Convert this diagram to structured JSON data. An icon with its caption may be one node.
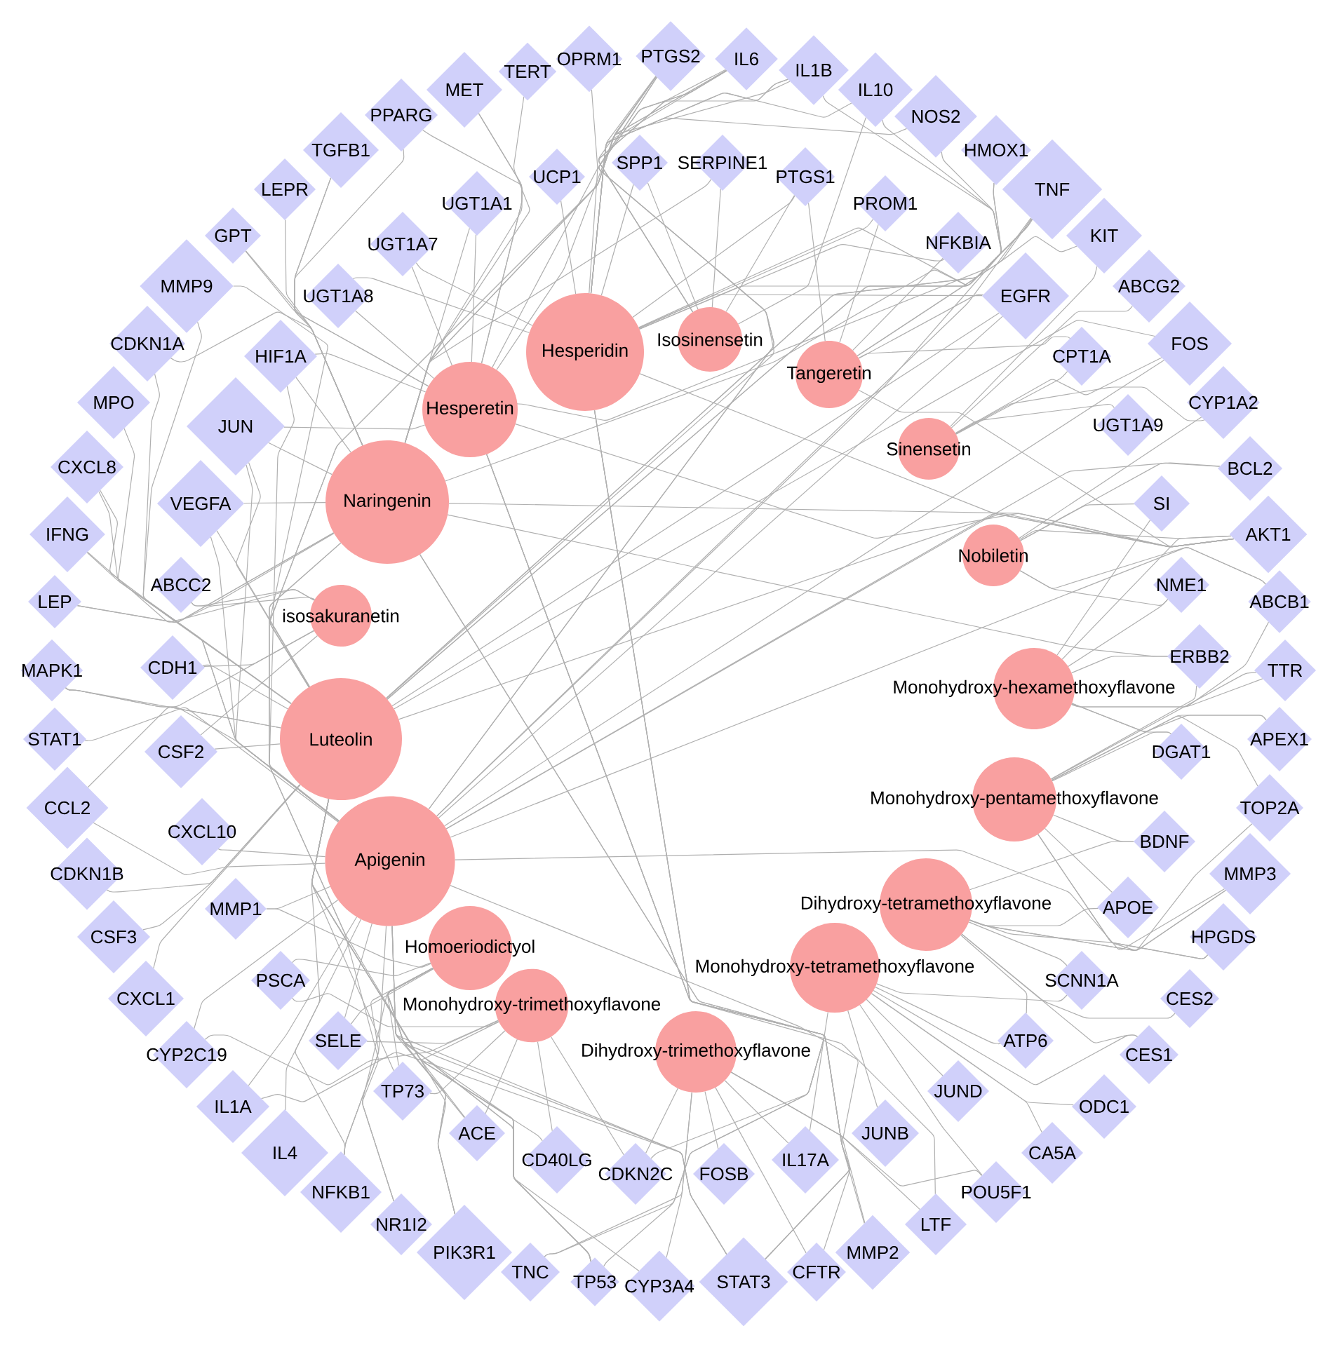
{
  "diagram": {
    "nodes": [
      {
        "text": [
          "Hesperidin"
        ]
      },
      {
        "text": [
          "Isosinensetin"
        ]
      },
      {
        "text": [
          "Tangeretin"
        ]
      },
      {
        "text": [
          "Hesperetin"
        ]
      },
      {
        "text": [
          "Sinensetin"
        ]
      },
      {
        "text": [
          "Naringenin"
        ]
      },
      {
        "text": [
          "Nobiletin"
        ]
      },
      {
        "text": [
          "isosakuranetin"
        ]
      },
      {
        "text": [
          "Monohydroxy-hexamethoxyflavone"
        ]
      },
      {
        "text": [
          "Luteolin"
        ]
      },
      {
        "text": [
          "Monohydroxy-pentamethoxyflavone"
        ]
      },
      {
        "text": [
          "Apigenin"
        ]
      },
      {
        "text": [
          "Dihydroxy-tetramethoxyflavone"
        ]
      },
      {
        "text": [
          "Homoeriodictyol"
        ]
      },
      {
        "text": [
          "Monohydroxy-tetramethoxyflavone"
        ]
      },
      {
        "text": [
          "Monohydroxy-trimethoxyflavone"
        ]
      },
      {
        "text": [
          "Dihydroxy-trimethoxyflavone"
        ]
      },
      {
        "text": [
          "TERT"
        ]
      },
      {
        "text": [
          "OPRM1"
        ]
      },
      {
        "text": [
          "PTGS2"
        ]
      },
      {
        "text": [
          "IL6"
        ]
      },
      {
        "text": [
          "IL1B"
        ]
      },
      {
        "text": [
          "MET"
        ]
      },
      {
        "text": [
          "IL10"
        ]
      },
      {
        "text": [
          "PPARG"
        ]
      },
      {
        "text": [
          "NOS2"
        ]
      },
      {
        "text": [
          "TGFB1"
        ]
      },
      {
        "text": [
          "HMOX1"
        ]
      },
      {
        "text": [
          "SPP1"
        ]
      },
      {
        "text": [
          "SERPINE1"
        ]
      },
      {
        "text": [
          "UCP1"
        ]
      },
      {
        "text": [
          "PTGS1"
        ]
      },
      {
        "text": [
          "LEPR"
        ]
      },
      {
        "text": [
          "TNF"
        ]
      },
      {
        "text": [
          "UGT1A1"
        ]
      },
      {
        "text": [
          "PROM1"
        ]
      },
      {
        "text": [
          "GPT"
        ]
      },
      {
        "text": [
          "UGT1A7"
        ]
      },
      {
        "text": [
          "NFKBIA"
        ]
      },
      {
        "text": [
          "KIT"
        ]
      },
      {
        "text": [
          "MMP9"
        ]
      },
      {
        "text": [
          "UGT1A8"
        ]
      },
      {
        "text": [
          "EGFR"
        ]
      },
      {
        "text": [
          "ABCG2"
        ]
      },
      {
        "text": [
          "CDKN1A"
        ]
      },
      {
        "text": [
          "HIF1A"
        ]
      },
      {
        "text": [
          "CPT1A"
        ]
      },
      {
        "text": [
          "FOS"
        ]
      },
      {
        "text": [
          "MPO"
        ]
      },
      {
        "text": [
          "CYP1A2"
        ]
      },
      {
        "text": [
          "JUN"
        ]
      },
      {
        "text": [
          "UGT1A9"
        ]
      },
      {
        "text": [
          "CXCL8"
        ]
      },
      {
        "text": [
          "BCL2"
        ]
      },
      {
        "text": [
          "VEGFA"
        ]
      },
      {
        "text": [
          "SI"
        ]
      },
      {
        "text": [
          "IFNG"
        ]
      },
      {
        "text": [
          "AKT1"
        ]
      },
      {
        "text": [
          "ABCC2"
        ]
      },
      {
        "text": [
          "NME1"
        ]
      },
      {
        "text": [
          "LEP"
        ]
      },
      {
        "text": [
          "ABCB1"
        ]
      },
      {
        "text": [
          "MAPK1"
        ]
      },
      {
        "text": [
          "CDH1"
        ]
      },
      {
        "text": [
          "ERBB2"
        ]
      },
      {
        "text": [
          "TTR"
        ]
      },
      {
        "text": [
          "STAT1"
        ]
      },
      {
        "text": [
          "CSF2"
        ]
      },
      {
        "text": [
          "DGAT1"
        ]
      },
      {
        "text": [
          "APEX1"
        ]
      },
      {
        "text": [
          "CCL2"
        ]
      },
      {
        "text": [
          "CXCL10"
        ]
      },
      {
        "text": [
          "BDNF"
        ]
      },
      {
        "text": [
          "TOP2A"
        ]
      },
      {
        "text": [
          "CDKN1B"
        ]
      },
      {
        "text": [
          "MMP3"
        ]
      },
      {
        "text": [
          "MMP1"
        ]
      },
      {
        "text": [
          "APOE"
        ]
      },
      {
        "text": [
          "CSF3"
        ]
      },
      {
        "text": [
          "HPGDS"
        ]
      },
      {
        "text": [
          "PSCA"
        ]
      },
      {
        "text": [
          "SCNN1A"
        ]
      },
      {
        "text": [
          "CXCL1"
        ]
      },
      {
        "text": [
          "CES2"
        ]
      },
      {
        "text": [
          "SELE"
        ]
      },
      {
        "text": [
          "ATP6"
        ]
      },
      {
        "text": [
          "CYP2C19"
        ]
      },
      {
        "text": [
          "CES1"
        ]
      },
      {
        "text": [
          "TP73"
        ]
      },
      {
        "text": [
          "JUND"
        ]
      },
      {
        "text": [
          "IL1A"
        ]
      },
      {
        "text": [
          "ODC1"
        ]
      },
      {
        "text": [
          "ACE"
        ]
      },
      {
        "text": [
          "JUNB"
        ]
      },
      {
        "text": [
          "IL4"
        ]
      },
      {
        "text": [
          "CA5A"
        ]
      },
      {
        "text": [
          "CD40LG"
        ]
      },
      {
        "text": [
          "IL17A"
        ]
      },
      {
        "text": [
          "CDKN2C"
        ]
      },
      {
        "text": [
          "FOSB"
        ]
      },
      {
        "text": [
          "NFKB1"
        ]
      },
      {
        "text": [
          "POU5F1"
        ]
      },
      {
        "text": [
          "NR1I2"
        ]
      },
      {
        "text": [
          "LTF"
        ]
      },
      {
        "text": [
          "PIK3R1"
        ]
      },
      {
        "text": [
          "MMP2"
        ]
      },
      {
        "text": [
          "TNC"
        ]
      },
      {
        "text": [
          "CFTR"
        ]
      },
      {
        "text": [
          "TP53"
        ]
      },
      {
        "text": [
          "CYP3A4"
        ]
      },
      {
        "text": [
          "STAT3"
        ]
      }
    ],
    "edges": [
      {
        "from": 11,
        "to": 20,
        "arrow": "none"
      },
      {
        "from": 11,
        "to": 110,
        "arrow": "none"
      },
      {
        "from": 11,
        "to": 33,
        "arrow": "none"
      },
      {
        "from": 11,
        "to": 57,
        "arrow": "none"
      },
      {
        "from": 11,
        "to": 50,
        "arrow": "none"
      },
      {
        "from": 11,
        "to": 108,
        "arrow": "none"
      },
      {
        "from": 11,
        "to": 19,
        "arrow": "none"
      },
      {
        "from": 11,
        "to": 21,
        "arrow": "none"
      },
      {
        "from": 11,
        "to": 40,
        "arrow": "none"
      },
      {
        "from": 11,
        "to": 54,
        "arrow": "none"
      },
      {
        "from": 11,
        "to": 62,
        "arrow": "none"
      },
      {
        "from": 11,
        "to": 104,
        "arrow": "none"
      },
      {
        "from": 11,
        "to": 47,
        "arrow": "none"
      },
      {
        "from": 11,
        "to": 42,
        "arrow": "none"
      },
      {
        "from": 11,
        "to": 53,
        "arrow": "none"
      },
      {
        "from": 11,
        "to": 66,
        "arrow": "none"
      },
      {
        "from": 11,
        "to": 70,
        "arrow": "none"
      },
      {
        "from": 11,
        "to": 75,
        "arrow": "none"
      },
      {
        "from": 11,
        "to": 105,
        "arrow": "none"
      },
      {
        "from": 11,
        "to": 100,
        "arrow": "none"
      },
      {
        "from": 11,
        "to": 94,
        "arrow": "none"
      },
      {
        "from": 11,
        "to": 90,
        "arrow": "none"
      },
      {
        "from": 11,
        "to": 52,
        "arrow": "none"
      },
      {
        "from": 11,
        "to": 45,
        "arrow": "none"
      },
      {
        "from": 11,
        "to": 109,
        "arrow": "none"
      },
      {
        "from": 11,
        "to": 61,
        "arrow": "none"
      },
      {
        "from": 11,
        "to": 86,
        "arrow": "none"
      },
      {
        "from": 11,
        "to": 71,
        "arrow": "none"
      },
      {
        "from": 11,
        "to": 76,
        "arrow": "none"
      },
      {
        "from": 11,
        "to": 84,
        "arrow": "none"
      },
      {
        "from": 9,
        "to": 20,
        "arrow": "none"
      },
      {
        "from": 9,
        "to": 110,
        "arrow": "none"
      },
      {
        "from": 9,
        "to": 33,
        "arrow": "none"
      },
      {
        "from": 9,
        "to": 57,
        "arrow": "none"
      },
      {
        "from": 9,
        "to": 50,
        "arrow": "none"
      },
      {
        "from": 9,
        "to": 108,
        "arrow": "none"
      },
      {
        "from": 9,
        "to": 19,
        "arrow": "none"
      },
      {
        "from": 9,
        "to": 21,
        "arrow": "none"
      },
      {
        "from": 9,
        "to": 23,
        "arrow": "none"
      },
      {
        "from": 9,
        "to": 25,
        "arrow": "none"
      },
      {
        "from": 9,
        "to": 27,
        "arrow": "none"
      },
      {
        "from": 9,
        "to": 40,
        "arrow": "none"
      },
      {
        "from": 9,
        "to": 44,
        "arrow": "none"
      },
      {
        "from": 9,
        "to": 54,
        "arrow": "none"
      },
      {
        "from": 9,
        "to": 56,
        "arrow": "none"
      },
      {
        "from": 9,
        "to": 62,
        "arrow": "none"
      },
      {
        "from": 9,
        "to": 63,
        "arrow": "none"
      },
      {
        "from": 9,
        "to": 67,
        "arrow": "none"
      },
      {
        "from": 9,
        "to": 70,
        "arrow": "none"
      },
      {
        "from": 9,
        "to": 74,
        "arrow": "none"
      },
      {
        "from": 9,
        "to": 78,
        "arrow": "none"
      },
      {
        "from": 9,
        "to": 82,
        "arrow": "none"
      },
      {
        "from": 9,
        "to": 88,
        "arrow": "none"
      },
      {
        "from": 9,
        "to": 92,
        "arrow": "none"
      },
      {
        "from": 9,
        "to": 96,
        "arrow": "none"
      },
      {
        "from": 9,
        "to": 100,
        "arrow": "none"
      },
      {
        "from": 9,
        "to": 104,
        "arrow": "none"
      },
      {
        "from": 9,
        "to": 47,
        "arrow": "none"
      },
      {
        "from": 9,
        "to": 42,
        "arrow": "none"
      },
      {
        "from": 9,
        "to": 48,
        "arrow": "none"
      },
      {
        "from": 5,
        "to": 20,
        "arrow": "none"
      },
      {
        "from": 5,
        "to": 110,
        "arrow": "none"
      },
      {
        "from": 5,
        "to": 33,
        "arrow": "none"
      },
      {
        "from": 5,
        "to": 57,
        "arrow": "none"
      },
      {
        "from": 5,
        "to": 50,
        "arrow": "none"
      },
      {
        "from": 5,
        "to": 19,
        "arrow": "none"
      },
      {
        "from": 5,
        "to": 24,
        "arrow": "none"
      },
      {
        "from": 5,
        "to": 26,
        "arrow": "none"
      },
      {
        "from": 5,
        "to": 29,
        "arrow": "none"
      },
      {
        "from": 5,
        "to": 34,
        "arrow": "none"
      },
      {
        "from": 5,
        "to": 36,
        "arrow": "none"
      },
      {
        "from": 5,
        "to": 32,
        "arrow": "none"
      },
      {
        "from": 5,
        "to": 60,
        "arrow": "none"
      },
      {
        "from": 5,
        "to": 58,
        "arrow": "none"
      },
      {
        "from": 5,
        "to": 45,
        "arrow": "none"
      },
      {
        "from": 5,
        "to": 44,
        "arrow": "none"
      },
      {
        "from": 5,
        "to": 22,
        "arrow": "none"
      },
      {
        "from": 5,
        "to": 17,
        "arrow": "none"
      },
      {
        "from": 5,
        "to": 52,
        "arrow": "none"
      },
      {
        "from": 5,
        "to": 54,
        "arrow": "none"
      },
      {
        "from": 5,
        "to": 108,
        "arrow": "none"
      },
      {
        "from": 5,
        "to": 64,
        "arrow": "none"
      },
      {
        "from": 5,
        "to": 107,
        "arrow": "none"
      },
      {
        "from": 5,
        "to": 102,
        "arrow": "none"
      },
      {
        "from": 0,
        "to": 20,
        "arrow": "none"
      },
      {
        "from": 0,
        "to": 33,
        "arrow": "none"
      },
      {
        "from": 0,
        "to": 57,
        "arrow": "none"
      },
      {
        "from": 0,
        "to": 110,
        "arrow": "none"
      },
      {
        "from": 0,
        "to": 19,
        "arrow": "none"
      },
      {
        "from": 0,
        "to": 28,
        "arrow": "none"
      },
      {
        "from": 0,
        "to": 30,
        "arrow": "none"
      },
      {
        "from": 0,
        "to": 18,
        "arrow": "none"
      },
      {
        "from": 0,
        "to": 31,
        "arrow": "none"
      },
      {
        "from": 0,
        "to": 25,
        "arrow": "none"
      },
      {
        "from": 0,
        "to": 27,
        "arrow": "none"
      },
      {
        "from": 0,
        "to": 38,
        "arrow": "none"
      },
      {
        "from": 0,
        "to": 35,
        "arrow": "none"
      },
      {
        "from": 0,
        "to": 23,
        "arrow": "none"
      },
      {
        "from": 0,
        "to": 21,
        "arrow": "none"
      },
      {
        "from": 0,
        "to": 41,
        "arrow": "none"
      },
      {
        "from": 0,
        "to": 37,
        "arrow": "none"
      },
      {
        "from": 0,
        "to": 42,
        "arrow": "none"
      },
      {
        "from": 0,
        "to": 108,
        "arrow": "none"
      },
      {
        "from": 0,
        "to": 106,
        "arrow": "none"
      },
      {
        "from": 3,
        "to": 20,
        "arrow": "none"
      },
      {
        "from": 3,
        "to": 33,
        "arrow": "none"
      },
      {
        "from": 3,
        "to": 57,
        "arrow": "none"
      },
      {
        "from": 3,
        "to": 110,
        "arrow": "none"
      },
      {
        "from": 3,
        "to": 22,
        "arrow": "none"
      },
      {
        "from": 3,
        "to": 24,
        "arrow": "none"
      },
      {
        "from": 3,
        "to": 26,
        "arrow": "none"
      },
      {
        "from": 3,
        "to": 34,
        "arrow": "none"
      },
      {
        "from": 3,
        "to": 37,
        "arrow": "none"
      },
      {
        "from": 3,
        "to": 41,
        "arrow": "none"
      },
      {
        "from": 3,
        "to": 45,
        "arrow": "none"
      },
      {
        "from": 3,
        "to": 50,
        "arrow": "none"
      },
      {
        "from": 3,
        "to": 36,
        "arrow": "none"
      },
      {
        "from": 3,
        "to": 19,
        "arrow": "none"
      },
      {
        "from": 3,
        "to": 103,
        "arrow": "none"
      },
      {
        "from": 3,
        "to": 98,
        "arrow": "none"
      },
      {
        "from": 13,
        "to": 110,
        "arrow": "none"
      },
      {
        "from": 13,
        "to": 108,
        "arrow": "none"
      },
      {
        "from": 13,
        "to": 104,
        "arrow": "none"
      },
      {
        "from": 13,
        "to": 80,
        "arrow": "none"
      },
      {
        "from": 13,
        "to": 84,
        "arrow": "none"
      },
      {
        "from": 13,
        "to": 88,
        "arrow": "none"
      },
      {
        "from": 13,
        "to": 92,
        "arrow": "none"
      },
      {
        "from": 13,
        "to": 76,
        "arrow": "none"
      },
      {
        "from": 13,
        "to": 100,
        "arrow": "none"
      },
      {
        "from": 13,
        "to": 102,
        "arrow": "none"
      },
      {
        "from": 2,
        "to": 33,
        "arrow": "none"
      },
      {
        "from": 2,
        "to": 57,
        "arrow": "none"
      },
      {
        "from": 2,
        "to": 39,
        "arrow": "none"
      },
      {
        "from": 2,
        "to": 42,
        "arrow": "none"
      },
      {
        "from": 2,
        "to": 46,
        "arrow": "none"
      },
      {
        "from": 2,
        "to": 35,
        "arrow": "none"
      },
      {
        "from": 2,
        "to": 38,
        "arrow": "none"
      },
      {
        "from": 2,
        "to": 31,
        "arrow": "none"
      },
      {
        "from": 1,
        "to": 29,
        "arrow": "none"
      },
      {
        "from": 1,
        "to": 31,
        "arrow": "none"
      },
      {
        "from": 1,
        "to": 28,
        "arrow": "none"
      },
      {
        "from": 1,
        "to": 21,
        "arrow": "none"
      },
      {
        "from": 1,
        "to": 23,
        "arrow": "none"
      },
      {
        "from": 1,
        "to": 19,
        "arrow": "none"
      },
      {
        "from": 1,
        "to": 20,
        "arrow": "none"
      },
      {
        "from": 4,
        "to": 43,
        "arrow": "none"
      },
      {
        "from": 4,
        "to": 47,
        "arrow": "none"
      },
      {
        "from": 4,
        "to": 49,
        "arrow": "none"
      },
      {
        "from": 4,
        "to": 51,
        "arrow": "none"
      },
      {
        "from": 4,
        "to": 46,
        "arrow": "none"
      },
      {
        "from": 4,
        "to": 39,
        "arrow": "none"
      },
      {
        "from": 6,
        "to": 55,
        "arrow": "none"
      },
      {
        "from": 6,
        "to": 59,
        "arrow": "none"
      },
      {
        "from": 6,
        "to": 53,
        "arrow": "none"
      },
      {
        "from": 6,
        "to": 57,
        "arrow": "none"
      },
      {
        "from": 6,
        "to": 61,
        "arrow": "none"
      },
      {
        "from": 6,
        "to": 49,
        "arrow": "none"
      },
      {
        "from": 7,
        "to": 58,
        "arrow": "none"
      },
      {
        "from": 7,
        "to": 63,
        "arrow": "none"
      },
      {
        "from": 7,
        "to": 67,
        "arrow": "none"
      },
      {
        "from": 7,
        "to": 62,
        "arrow": "none"
      },
      {
        "from": 7,
        "to": 60,
        "arrow": "none"
      },
      {
        "from": 7,
        "to": 56,
        "arrow": "none"
      },
      {
        "from": 8,
        "to": 64,
        "arrow": "none"
      },
      {
        "from": 8,
        "to": 65,
        "arrow": "none"
      },
      {
        "from": 8,
        "to": 69,
        "arrow": "none"
      },
      {
        "from": 8,
        "to": 68,
        "arrow": "none"
      },
      {
        "from": 8,
        "to": 61,
        "arrow": "none"
      },
      {
        "from": 8,
        "to": 57,
        "arrow": "none"
      },
      {
        "from": 8,
        "to": 59,
        "arrow": "none"
      },
      {
        "from": 8,
        "to": 55,
        "arrow": "none"
      },
      {
        "from": 10,
        "to": 68,
        "arrow": "none"
      },
      {
        "from": 10,
        "to": 72,
        "arrow": "none"
      },
      {
        "from": 10,
        "to": 73,
        "arrow": "none"
      },
      {
        "from": 10,
        "to": 75,
        "arrow": "none"
      },
      {
        "from": 10,
        "to": 77,
        "arrow": "none"
      },
      {
        "from": 10,
        "to": 69,
        "arrow": "none"
      },
      {
        "from": 10,
        "to": 65,
        "arrow": "none"
      },
      {
        "from": 10,
        "to": 64,
        "arrow": "none"
      },
      {
        "from": 10,
        "to": 79,
        "arrow": "none"
      },
      {
        "from": 12,
        "to": 77,
        "arrow": "none"
      },
      {
        "from": 12,
        "to": 79,
        "arrow": "none"
      },
      {
        "from": 12,
        "to": 81,
        "arrow": "none"
      },
      {
        "from": 12,
        "to": 83,
        "arrow": "none"
      },
      {
        "from": 12,
        "to": 85,
        "arrow": "none"
      },
      {
        "from": 12,
        "to": 87,
        "arrow": "none"
      },
      {
        "from": 12,
        "to": 75,
        "arrow": "none"
      },
      {
        "from": 12,
        "to": 72,
        "arrow": "none"
      },
      {
        "from": 12,
        "to": 73,
        "arrow": "none"
      },
      {
        "from": 14,
        "to": 85,
        "arrow": "none"
      },
      {
        "from": 14,
        "to": 89,
        "arrow": "none"
      },
      {
        "from": 14,
        "to": 91,
        "arrow": "none"
      },
      {
        "from": 14,
        "to": 93,
        "arrow": "none"
      },
      {
        "from": 14,
        "to": 95,
        "arrow": "none"
      },
      {
        "from": 14,
        "to": 97,
        "arrow": "none"
      },
      {
        "from": 14,
        "to": 81,
        "arrow": "none"
      },
      {
        "from": 14,
        "to": 87,
        "arrow": "none"
      },
      {
        "from": 14,
        "to": 101,
        "arrow": "none"
      },
      {
        "from": 15,
        "to": 88,
        "arrow": "none"
      },
      {
        "from": 15,
        "to": 92,
        "arrow": "none"
      },
      {
        "from": 15,
        "to": 96,
        "arrow": "none"
      },
      {
        "from": 15,
        "to": 98,
        "arrow": "none"
      },
      {
        "from": 15,
        "to": 84,
        "arrow": "none"
      },
      {
        "from": 15,
        "to": 80,
        "arrow": "none"
      },
      {
        "from": 15,
        "to": 86,
        "arrow": "none"
      },
      {
        "from": 15,
        "to": 90,
        "arrow": "none"
      },
      {
        "from": 16,
        "to": 99,
        "arrow": "none"
      },
      {
        "from": 16,
        "to": 97,
        "arrow": "none"
      },
      {
        "from": 16,
        "to": 98,
        "arrow": "none"
      },
      {
        "from": 16,
        "to": 107,
        "arrow": "none"
      },
      {
        "from": 16,
        "to": 109,
        "arrow": "none"
      },
      {
        "from": 16,
        "to": 105,
        "arrow": "none"
      },
      {
        "from": 16,
        "to": 103,
        "arrow": "none"
      },
      {
        "from": 16,
        "to": 101,
        "arrow": "none"
      },
      {
        "from": 16,
        "to": 106,
        "arrow": "none"
      }
    ]
  }
}
